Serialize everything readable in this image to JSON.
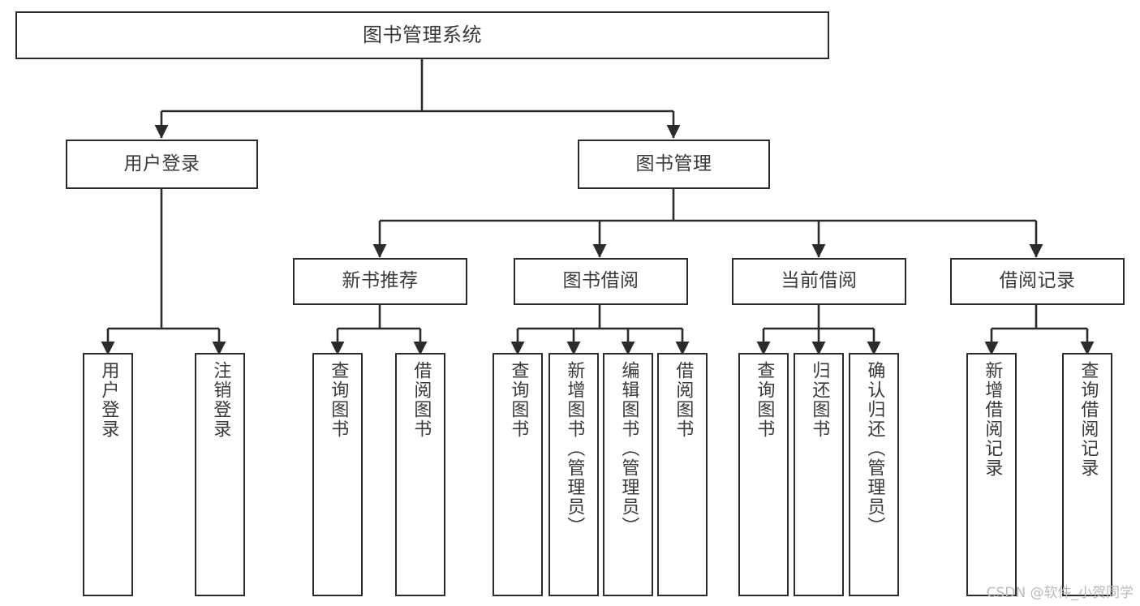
{
  "diagram": {
    "type": "tree-hierarchy-chart",
    "title": "图书管理系统",
    "line_color": "#2b2b2b",
    "text_color": "#3a3a3a",
    "background_color": "#ffffff",
    "nodes": {
      "root": {
        "label": "图书管理系统"
      },
      "level1": [
        {
          "id": "user-login",
          "label": "用户登录"
        },
        {
          "id": "book-manage",
          "label": "图书管理"
        }
      ],
      "level2": [
        {
          "id": "new-book-rec",
          "label": "新书推荐"
        },
        {
          "id": "book-borrow",
          "label": "图书借阅"
        },
        {
          "id": "current-borrow",
          "label": "当前借阅"
        },
        {
          "id": "borrow-record",
          "label": "借阅记录"
        }
      ],
      "leaves": {
        "user_login": [
          {
            "id": "leaf-user-login",
            "label": "用户登录"
          },
          {
            "id": "leaf-logout-login",
            "label": "注销登录"
          }
        ],
        "new_book_rec": [
          {
            "id": "leaf-query-book-1",
            "label": "查询图书"
          },
          {
            "id": "leaf-borrow-book-1",
            "label": "借阅图书"
          }
        ],
        "book_borrow": [
          {
            "id": "leaf-query-book-2",
            "label": "查询图书"
          },
          {
            "id": "leaf-add-book",
            "label": "新增图书（管理员）"
          },
          {
            "id": "leaf-edit-book",
            "label": "编辑图书（管理员）"
          },
          {
            "id": "leaf-borrow-book-2",
            "label": "借阅图书"
          }
        ],
        "current_borrow": [
          {
            "id": "leaf-query-book-3",
            "label": "查询图书"
          },
          {
            "id": "leaf-return-book",
            "label": "归还图书"
          },
          {
            "id": "leaf-confirm-return",
            "label": "确认归还（管理员）"
          }
        ],
        "borrow_record": [
          {
            "id": "leaf-add-record",
            "label": "新增借阅记录"
          },
          {
            "id": "leaf-query-record",
            "label": "查询借阅记录"
          }
        ]
      }
    }
  },
  "watermark": {
    "text": "CSDN @软件_小贺同学"
  }
}
